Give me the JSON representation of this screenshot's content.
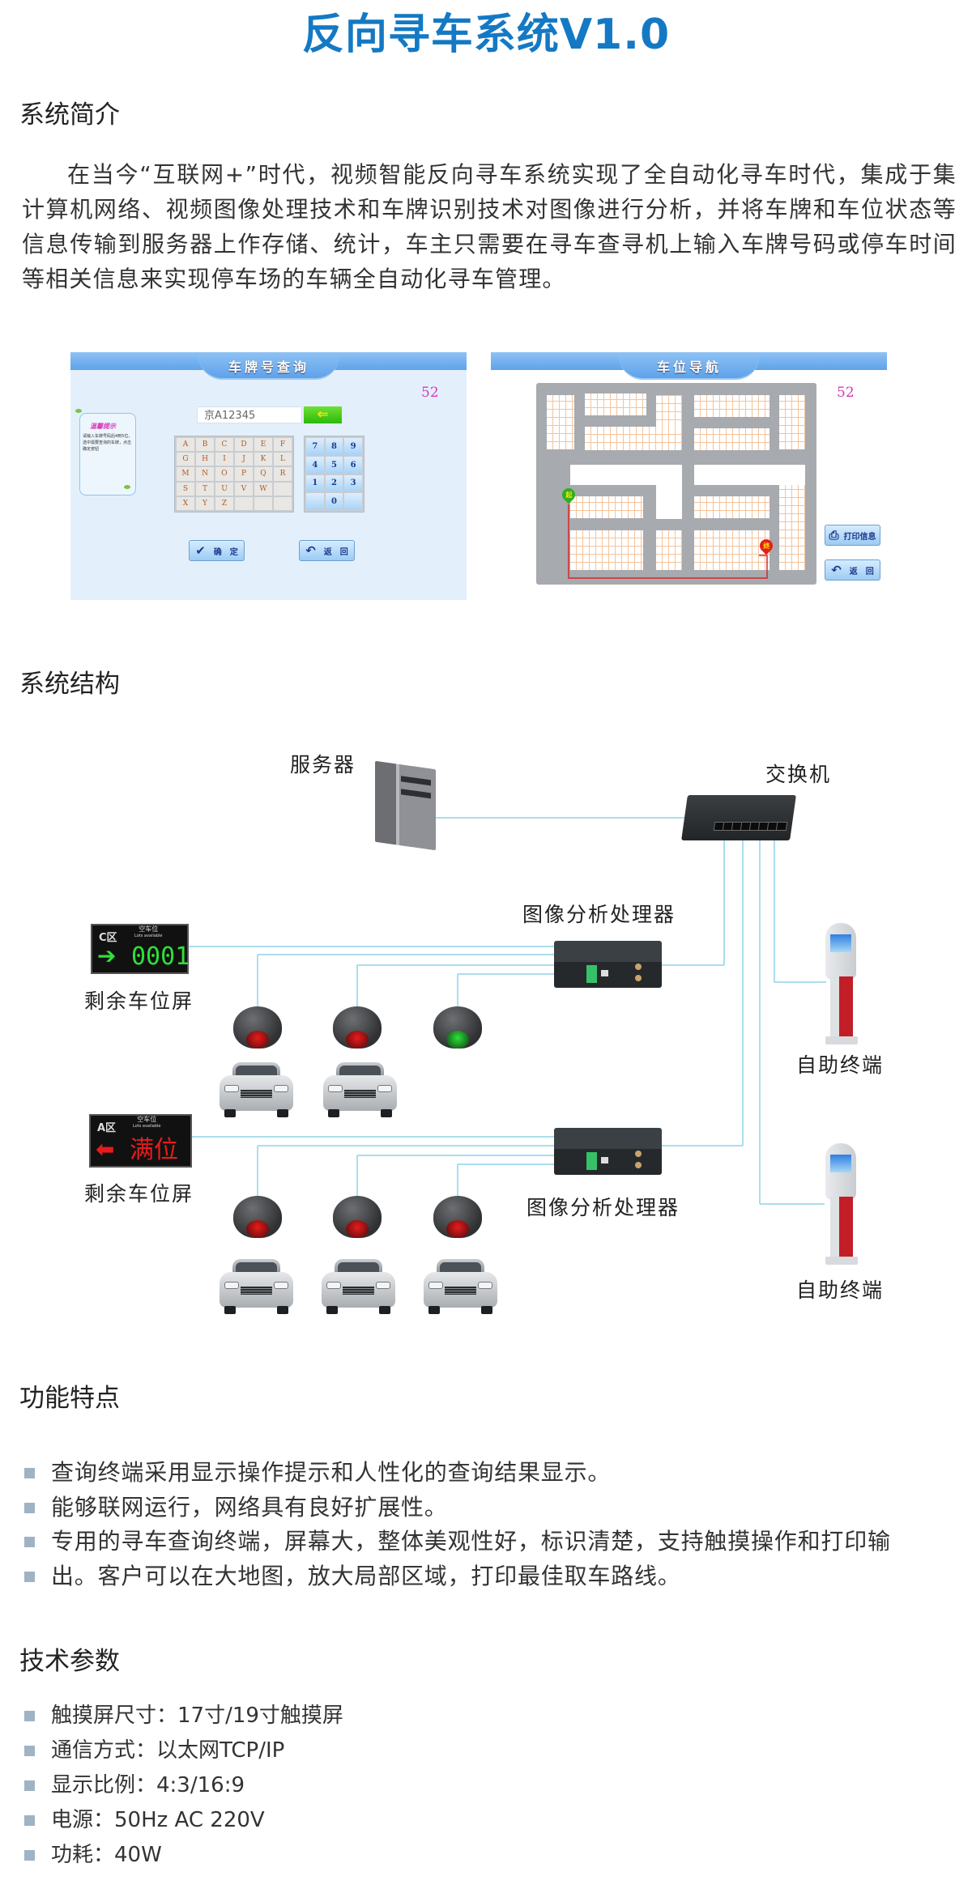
{
  "title": "反向寻车系统V1.0",
  "colors": {
    "title": "#1479c4",
    "bullet": "#9fb3c4",
    "connector": "#8fd3e8",
    "led_green": "#2fe03a",
    "led_red": "#e81b1b"
  },
  "intro": {
    "heading": "系统简介",
    "paragraph": "在当今“互联网+”时代，视频智能反向寻车系统实现了全自动化寻车时代，集成于集计算机网络、视频图像处理技术和车牌识别技术对图像进行分析，并将车牌和车位状态等信息传输到服务器上作存储、统计，车主只需要在寻车查寻机上输入车牌号码或停车时间等相关信息来实现停车场的车辆全自动化寻车管理。"
  },
  "screens": {
    "query": {
      "title": "车牌号查询",
      "count": "52",
      "plate_value": "京A12345",
      "back_arrow": "⇐",
      "tip_title": "温馨提示",
      "tip_text": "请输入车牌号码后4到5位，选中需要查询的车牌，点击确定按钮",
      "letter_keys": [
        "A",
        "B",
        "C",
        "D",
        "E",
        "F",
        "G",
        "H",
        "I",
        "J",
        "K",
        "L",
        "M",
        "N",
        "O",
        "P",
        "Q",
        "R",
        "S",
        "T",
        "U",
        "V",
        "W",
        "",
        "X",
        "Y",
        "Z",
        "",
        "",
        ""
      ],
      "number_keys": [
        "7",
        "8",
        "9",
        "4",
        "5",
        "6",
        "1",
        "2",
        "3",
        "",
        "0",
        ""
      ],
      "confirm_label": "确　定",
      "return_label": "返　回"
    },
    "navigation": {
      "title": "车位导航",
      "count": "52",
      "start_marker": "起",
      "end_marker": "终",
      "print_label": "打印信息",
      "return_label": "返　回"
    }
  },
  "structure": {
    "heading": "系统结构",
    "server_label": "服务器",
    "switch_label": "交换机",
    "processor_label_1": "图像分析处理器",
    "processor_label_2": "图像分析处理器",
    "kiosk_label_1": "自助终端",
    "kiosk_label_2": "自助终端",
    "screen_label_1": "剩余车位屏",
    "screen_label_2": "剩余车位屏",
    "led_1": {
      "zone": "C区",
      "lots": "空车位",
      "lots_en": "Lots available",
      "arrow": "➔",
      "value": "0001",
      "color": "#2fe03a"
    },
    "led_2": {
      "zone": "A区",
      "lots": "空车位",
      "lots_en": "Lots available",
      "arrow": "⬅",
      "value": "满位",
      "color": "#e81b1b"
    },
    "camera_row_1_status": [
      "occupied",
      "occupied",
      "vacant"
    ],
    "camera_row_2_status": [
      "occupied",
      "occupied",
      "occupied"
    ]
  },
  "features": {
    "heading": "功能特点",
    "items": [
      "查询终端采用显示操作提示和人性化的查询结果显示。",
      "能够联网运行，网络具有良好扩展性。",
      "专用的寻车查询终端，屏幕大，整体美观性好，标识清楚，支持触摸操作和打印输",
      "出。客户可以在大地图，放大局部区域，打印最佳取车路线。"
    ]
  },
  "tech": {
    "heading": "技术参数",
    "items": [
      "触摸屏尺寸：17寸/19寸触摸屏",
      "通信方式：以太网TCP/IP",
      "显示比例：4:3/16:9",
      "电源：50Hz AC 220V",
      "功耗：40W"
    ]
  }
}
